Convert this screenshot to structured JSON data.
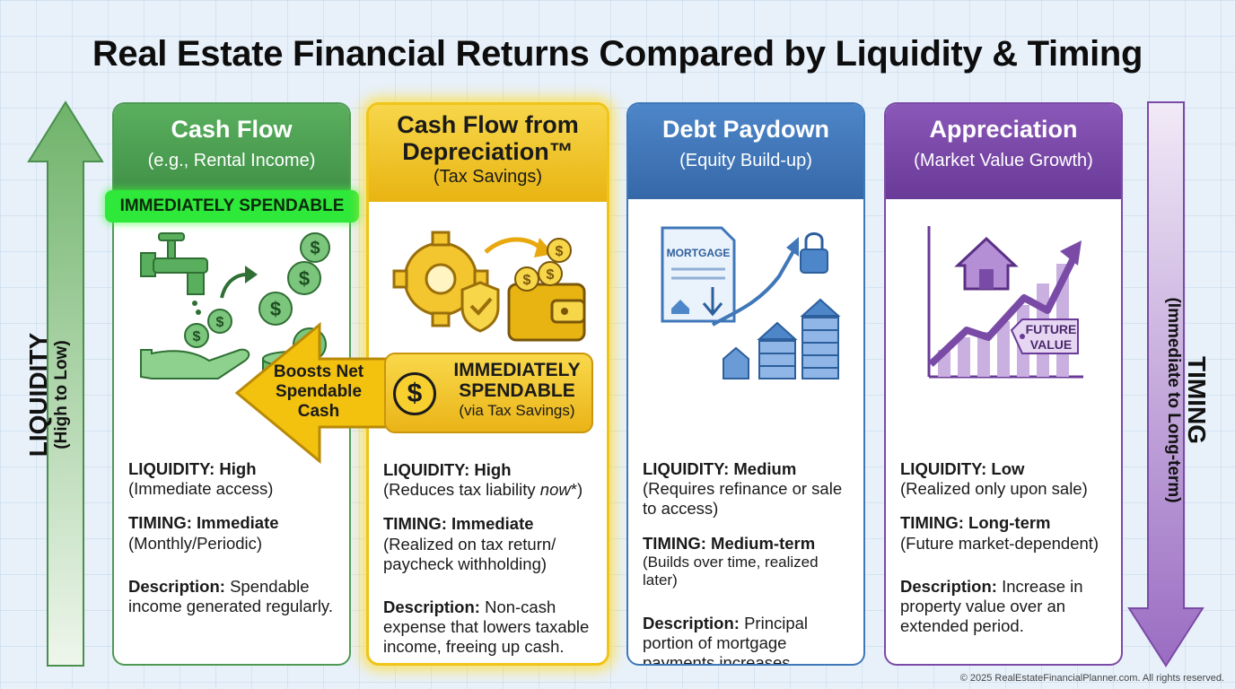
{
  "title": "Real Estate Financial Returns Compared by Liquidity & Timing",
  "liquidity_axis": {
    "label": "LIQUIDITY",
    "sub": "(High to Low)"
  },
  "timing_axis": {
    "label": "TIMING",
    "sub": "(Immediate to Long-term)"
  },
  "cards": [
    {
      "title": "Cash Flow",
      "subtitle": "(e.g., Rental Income)",
      "badge": "IMMEDIATELY SPENDABLE",
      "liquidity_label": "LIQUIDITY: High",
      "liquidity_note": "(Immediate access)",
      "timing_label": "TIMING: Immediate",
      "timing_note": "(Monthly/Periodic)",
      "desc_label": "Description:",
      "desc_text": " Spendable income generated regularly.",
      "color": "#4e9a55"
    },
    {
      "title": "Cash Flow from Depreciation™",
      "subtitle": "(Tax Savings)",
      "badge_line1": "IMMEDIATELY",
      "badge_line2": "SPENDABLE",
      "badge_line3": "(via Tax Savings)",
      "badge_icon": "$",
      "liquidity_label": "LIQUIDITY: High",
      "liquidity_note_a": "(Reduces tax liability ",
      "liquidity_note_em": "now",
      "liquidity_note_b": "*)",
      "timing_label": "TIMING: Immediate",
      "timing_note": "(Realized on tax return/ paycheck withholding)",
      "desc_label": "Description:",
      "desc_text": " Non-cash expense that lowers taxable income, freeing up cash.",
      "color": "#f0c419"
    },
    {
      "title": "Debt Paydown",
      "subtitle": "(Equity Build-up)",
      "doc_label": "MORTGAGE",
      "liquidity_label": "LIQUIDITY: Medium",
      "liquidity_note": "(Requires refinance or sale to access)",
      "timing_label": "TIMING: Medium-term",
      "timing_note": "(Builds over time, realized later)",
      "desc_label": "Description:",
      "desc_text": " Principal portion of mortgage payments increases ownership share.",
      "color": "#3f77b8"
    },
    {
      "title": "Appreciation",
      "subtitle": "(Market Value Growth)",
      "tag_line1": "FUTURE",
      "tag_line2": "VALUE",
      "liquidity_label": "LIQUIDITY: Low",
      "liquidity_note": "(Realized only upon sale)",
      "timing_label": "TIMING: Long-term",
      "timing_note": "(Future market-dependent)",
      "desc_label": "Description:",
      "desc_text": " Increase in property value over an extended period.",
      "color": "#7a4ba6"
    }
  ],
  "arrow_text": "Boosts Net Spendable Cash",
  "footer": "© 2025 RealEstateFinancialPlanner.com. All rights reserved."
}
